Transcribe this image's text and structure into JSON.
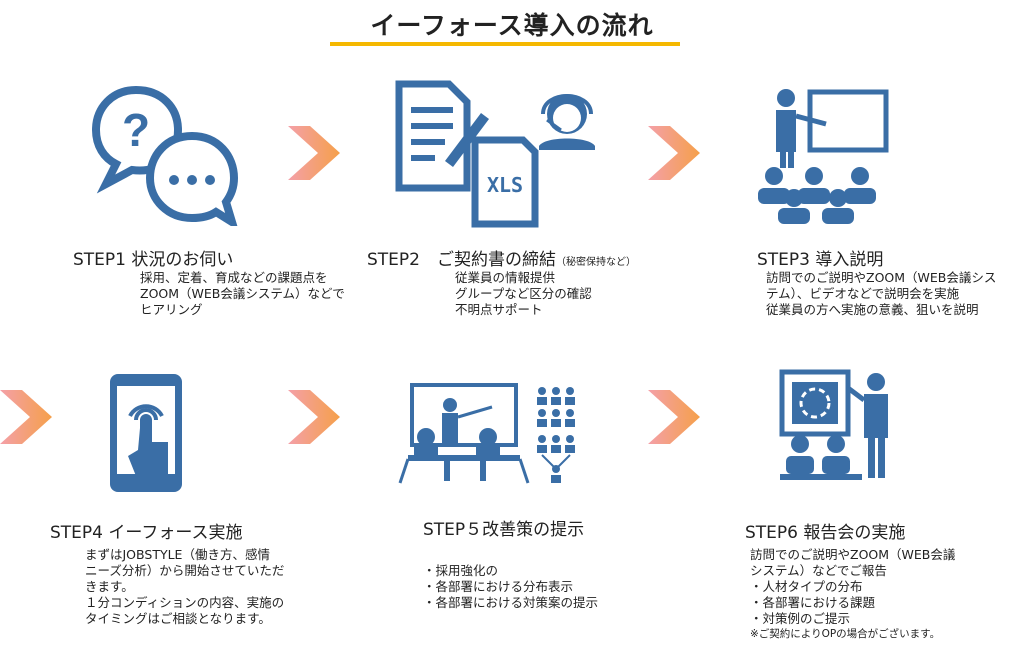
{
  "title": "イーフォース導入の流れ",
  "colors": {
    "icon": "#3a6ea6",
    "underline": "#f5b800",
    "arrow_start": "#f4a0a8",
    "arrow_end": "#f5a04a"
  },
  "steps": [
    {
      "title": "STEP1 状況のお伺い",
      "icon": "speech-bubbles-icon",
      "lines": [
        "採用、定着、育成などの課題点を",
        "ZOOM（WEB会議システム）などで",
        "ヒアリング"
      ]
    },
    {
      "title": "STEP2　ご契約書の締結",
      "note": "（秘密保持など）",
      "icon": "contract-document-icon",
      "icon_text": "XLS",
      "lines": [
        "従業員の情報提供",
        "グループなど区分の確認",
        "不明点サポート"
      ]
    },
    {
      "title": "STEP3 導入説明",
      "icon": "presentation-icon",
      "lines": [
        "訪問でのご説明やZOOM（WEB会議シス",
        "テム）、ビデオなどで説明会を実施",
        "従業員の方へ実施の意義、狙いを説明"
      ]
    },
    {
      "title": "STEP4 イーフォース実施",
      "icon": "smartphone-tap-icon",
      "lines": [
        "まずはJOBSTYLE（働き方、感情",
        "ニーズ分析）から開始させていただ",
        "きます。",
        "１分コンディションの内容、実施の",
        "タイミングはご相談となります。"
      ]
    },
    {
      "title": "STEP５改善策の提示",
      "icon": "meeting-icon",
      "lines": [
        "・採用強化の",
        "・各部署における分布表示",
        "・各部署における対策案の提示"
      ]
    },
    {
      "title": "STEP6 報告会の実施",
      "icon": "report-presentation-icon",
      "lines": [
        "訪問でのご説明やZOOM（WEB会議",
        "システム）などでご報告",
        "・人材タイプの分布",
        "・各部署における課題",
        "・対策例のご提示",
        "※ご契約によりOPの場合がございます。"
      ]
    }
  ]
}
